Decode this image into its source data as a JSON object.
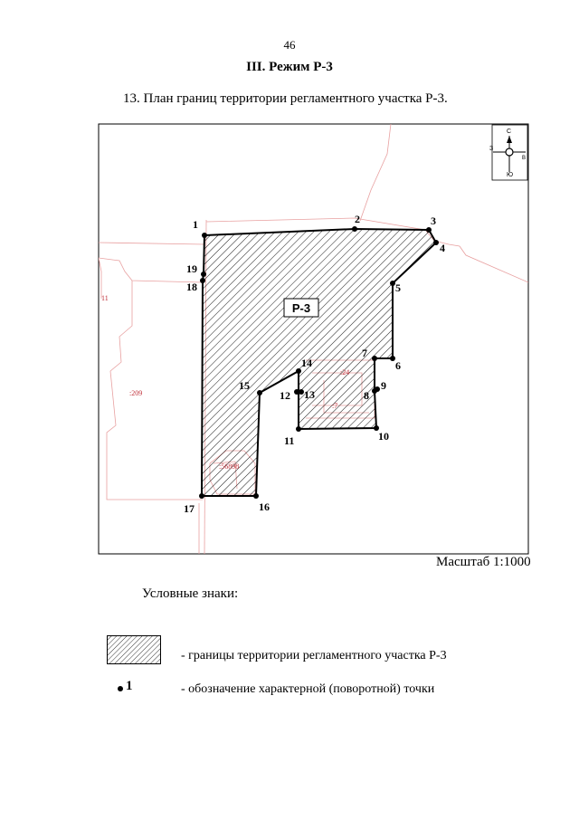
{
  "page": {
    "number": "46",
    "section_title": "III. Режим Р-3",
    "caption": "13. План границ территории регламентного участка Р-3."
  },
  "map": {
    "zone_label": "Р-3",
    "scale": "Масштаб 1:1000",
    "compass": {
      "north": "С",
      "south": "Ю",
      "west": "З",
      "east": "В"
    },
    "cadastral_labels": {
      "left_11": "11",
      "lot_209": ":209",
      "lot_24": ":24",
      "lot_7": ":7",
      "lot_56898": ":56898"
    },
    "points": [
      {
        "id": "1",
        "label": "1"
      },
      {
        "id": "2",
        "label": "2"
      },
      {
        "id": "3",
        "label": "3"
      },
      {
        "id": "4",
        "label": "4"
      },
      {
        "id": "5",
        "label": "5"
      },
      {
        "id": "6",
        "label": "6"
      },
      {
        "id": "7",
        "label": "7"
      },
      {
        "id": "8",
        "label": "8"
      },
      {
        "id": "9",
        "label": "9"
      },
      {
        "id": "10",
        "label": "10"
      },
      {
        "id": "11",
        "label": "11"
      },
      {
        "id": "12",
        "label": "12"
      },
      {
        "id": "13",
        "label": "13"
      },
      {
        "id": "14",
        "label": "14"
      },
      {
        "id": "15",
        "label": "15"
      },
      {
        "id": "16",
        "label": "16"
      },
      {
        "id": "17",
        "label": "17"
      },
      {
        "id": "18",
        "label": "18"
      },
      {
        "id": "19",
        "label": "19"
      }
    ],
    "colors": {
      "cadastral_lines": "#e8a0a0",
      "cadastral_text": "#c0313a",
      "boundary": "#000000"
    }
  },
  "legend": {
    "title": "Условные знаки:",
    "hatch_text": "- границы территории регламентного участка Р-3",
    "point_number": "1",
    "point_text": "- обозначение характерной (поворотной) точки"
  }
}
